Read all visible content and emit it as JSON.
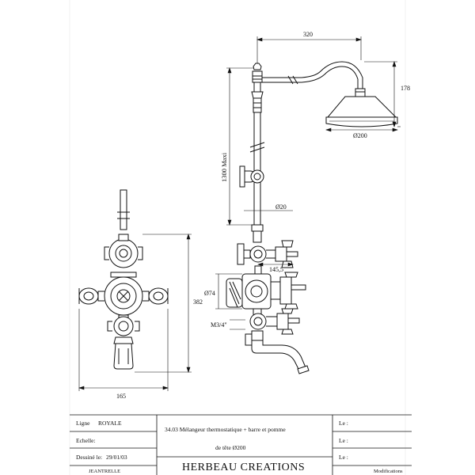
{
  "dimensions": {
    "arm_length": "320",
    "head_height": "178",
    "head_diameter": "Ø200",
    "bar_height": "1300 Maxi",
    "bar_diameter": "Ø20",
    "body_offset": "145,5",
    "body_diameter": "Ø74",
    "inlet_thread": "M3/4\"",
    "front_height": "382",
    "front_width": "165"
  },
  "title_block": {
    "line_label": "Ligne",
    "line_value": "ROYALE",
    "scale_label": "Echelle:",
    "scale_value": "",
    "drawn_label": "Dessiné le:",
    "drawn_value": "29/01/03",
    "description_line1": "34.03 Mélangeur thermostatique + barre et pomme",
    "description_line2": "de tête Ø200",
    "brand": "HERBEAU CREATIONS",
    "le_label_1": "Le :",
    "le_label_2": "Le :",
    "le_label_3": "Le :",
    "partial_left": "JEANTRELLE",
    "partial_right": "Modifications"
  }
}
